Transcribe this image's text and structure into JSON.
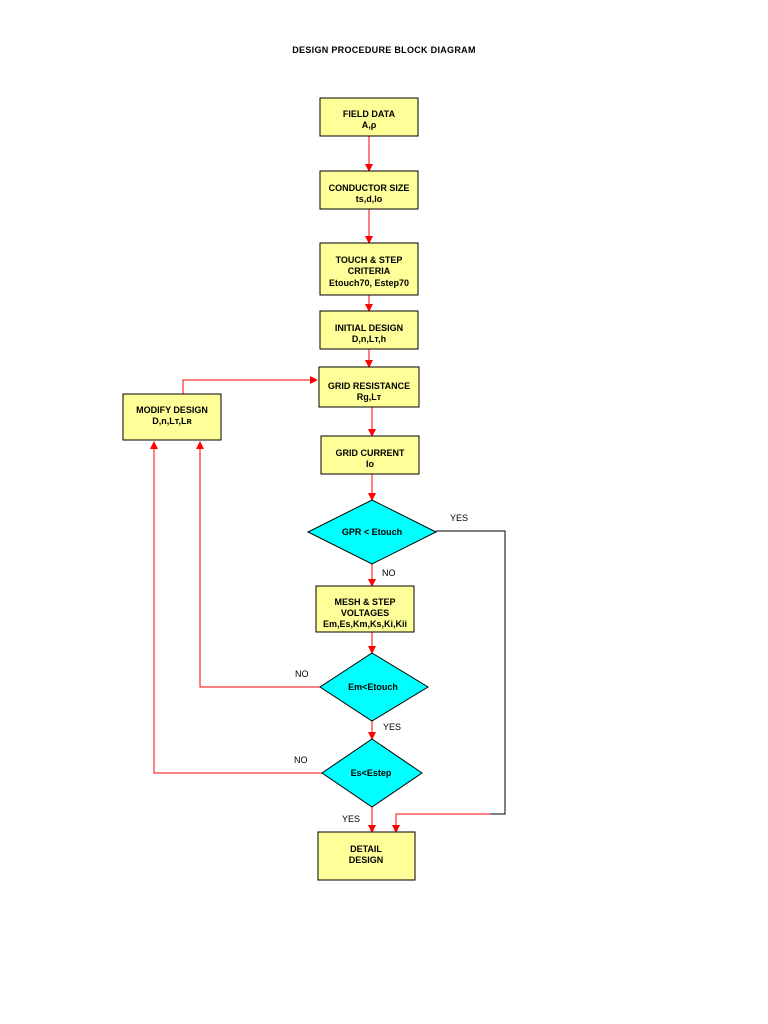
{
  "title": "DESIGN PROCEDURE BLOCK DIAGRAM",
  "blocks": {
    "field_data": [
      "FIELD DATA",
      "A,ρ"
    ],
    "conductor_size": [
      "CONDUCTOR SIZE",
      "ts,d,Io"
    ],
    "touch_step": [
      "TOUCH & STEP",
      "CRITERIA",
      "Etouch70, Estep70"
    ],
    "initial_design": [
      "INITIAL DESIGN",
      "D,n,Lт,h"
    ],
    "grid_resistance": [
      "GRID RESISTANCE",
      "Rg,Lт"
    ],
    "grid_current": [
      "GRID CURRENT",
      "Io"
    ],
    "mesh_step": [
      "MESH & STEP",
      "VOLTAGES",
      "Em,Es,Km,Ks,Ki,Kii"
    ],
    "modify_design": [
      "MODIFY DESIGN",
      "D,n,Lт,Lʀ"
    ],
    "detail_design": [
      "DETAIL",
      "DESIGN"
    ]
  },
  "decisions": {
    "gpr": "GPR < Etouch",
    "em": "Em<Etouch",
    "es": "Es<Estep"
  },
  "labels": {
    "gpr_yes": "YES",
    "gpr_no": "NO",
    "em_no": "NO",
    "em_yes": "YES",
    "es_no": "NO",
    "es_yes": "YES"
  }
}
